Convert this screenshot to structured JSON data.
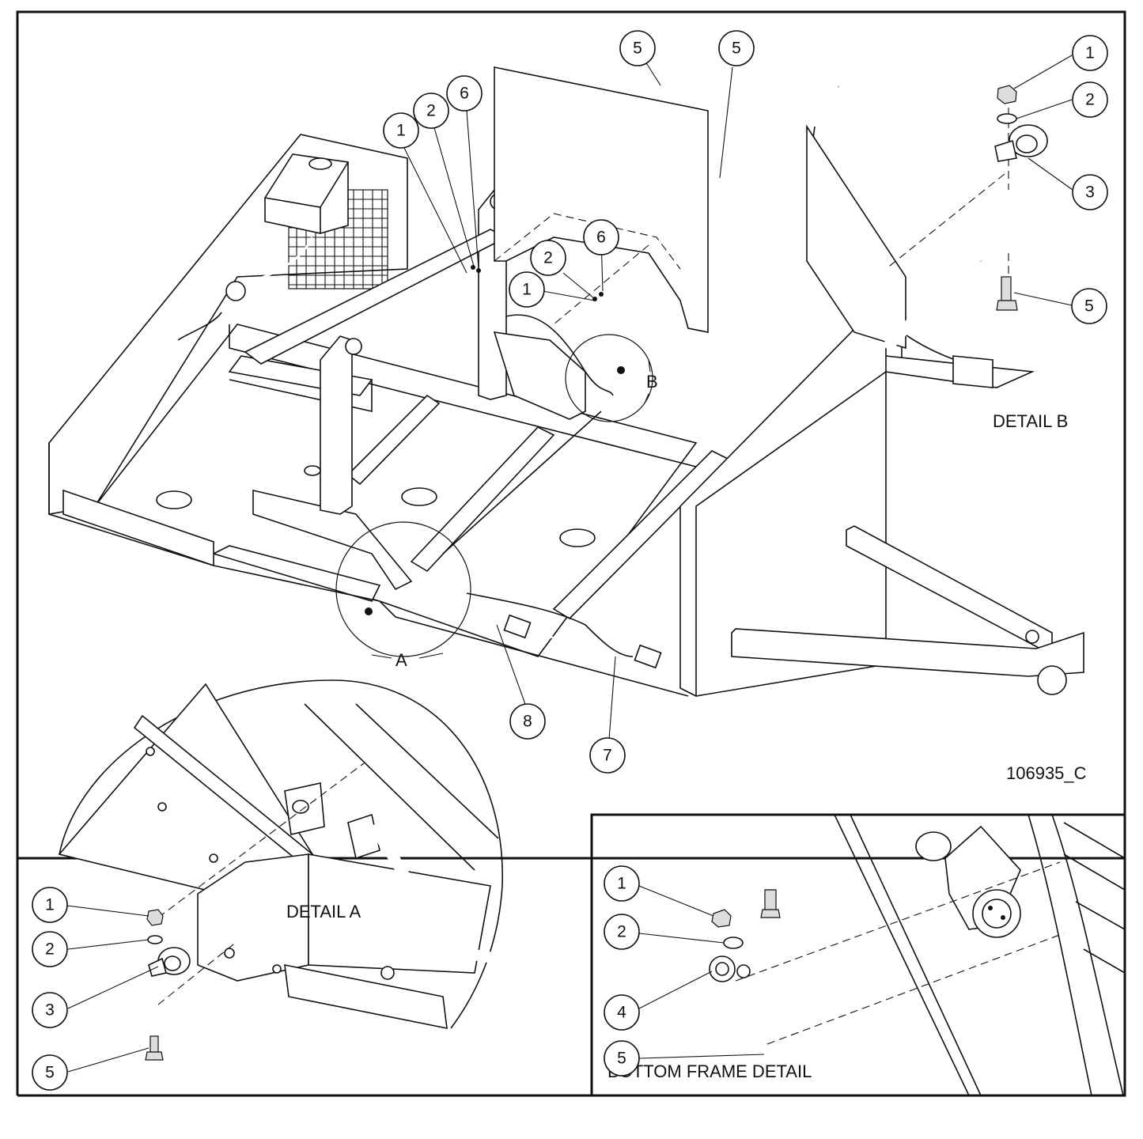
{
  "drawing_number": "106935_C",
  "labels": {
    "detail_a": "DETAIL A",
    "detail_b": "DETAIL B",
    "bottom_frame_detail": "BOTTOM FRAME DETAIL",
    "view_a": "A",
    "view_b": "B"
  },
  "callouts": {
    "main_5a": "5",
    "main_5b": "5",
    "main_6a": "6",
    "main_2a": "2",
    "main_1a": "1",
    "main_6b": "6",
    "main_2b": "2",
    "main_1b": "1",
    "main_8": "8",
    "main_7": "7",
    "b_1": "1",
    "b_2": "2",
    "b_3": "3",
    "b_5": "5",
    "a_1": "1",
    "a_2": "2",
    "a_3": "3",
    "a_5": "5",
    "f_1": "1",
    "f_2": "2",
    "f_4": "4",
    "f_5": "5"
  }
}
